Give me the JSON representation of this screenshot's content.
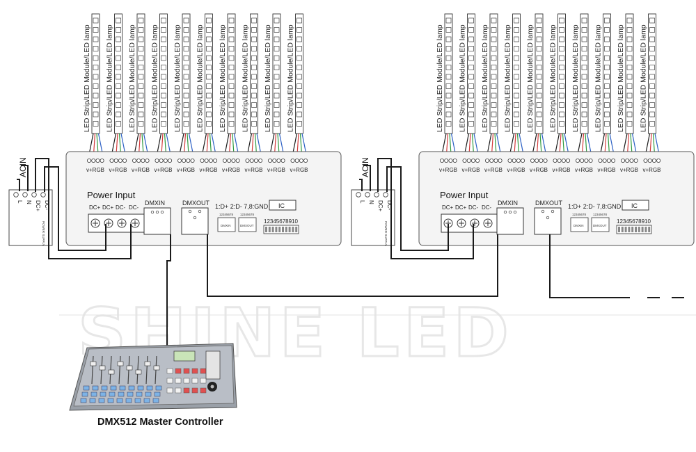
{
  "watermark": "SHINE LED",
  "caption": "DMX512 Master Controller",
  "decoders": [
    {
      "strip_label": "LED Strip/LED Module/LED lamp",
      "output_label": "v+RGB",
      "power_title": "Power Input",
      "power_terminals": [
        "DC+",
        "DC+",
        "DC-",
        "DC-"
      ],
      "dmxin_label": "DMXIN",
      "dmxout_label": "DMXOUT",
      "pinout_text": "1:D+ 2:D- 7,8:GND",
      "ic_label": "IC",
      "dip_numbers": "12345678910",
      "mini_numbers": "12345678",
      "mini_dmxin": "DMXIN",
      "mini_dmxout": "DMXOUT"
    },
    {
      "strip_label": "LED Strip/LED Module/LED lamp",
      "output_label": "v+RGB",
      "power_title": "Power Input",
      "power_terminals": [
        "DC+",
        "DC+",
        "DC-",
        "DC-"
      ],
      "dmxin_label": "DMXIN",
      "dmxout_label": "DMXOUT",
      "pinout_text": "1:D+ 2:D- 7,8:GND",
      "ic_label": "IC",
      "dip_numbers": "12345678910",
      "mini_numbers": "12345678",
      "mini_dmxin": "DMXIN",
      "mini_dmxout": "DMXOUT"
    }
  ],
  "power_supplies": [
    {
      "acin_label": "ACIN",
      "terminals": [
        "L",
        "N",
        "DC+",
        "DC-"
      ],
      "body_text": "POWER SUPPLY"
    },
    {
      "acin_label": "ACIN",
      "terminals": [
        "L",
        "N",
        "DC+",
        "DC-"
      ],
      "body_text": "POWER SUPPLY"
    }
  ],
  "colors": {
    "wire": "#1a1a1a",
    "red": "#d23a3a",
    "green": "#2f9a3e",
    "blue": "#2b5fc4",
    "panel": "#f4f4f4",
    "console_body": "#b9bec6",
    "console_key_blue": "#7db3e6",
    "console_key_red": "#e05050"
  },
  "icons": [
    "led-strip-icon",
    "terminal-screw-icon",
    "rj45-port-icon",
    "dip-switch-icon",
    "console-icon"
  ]
}
